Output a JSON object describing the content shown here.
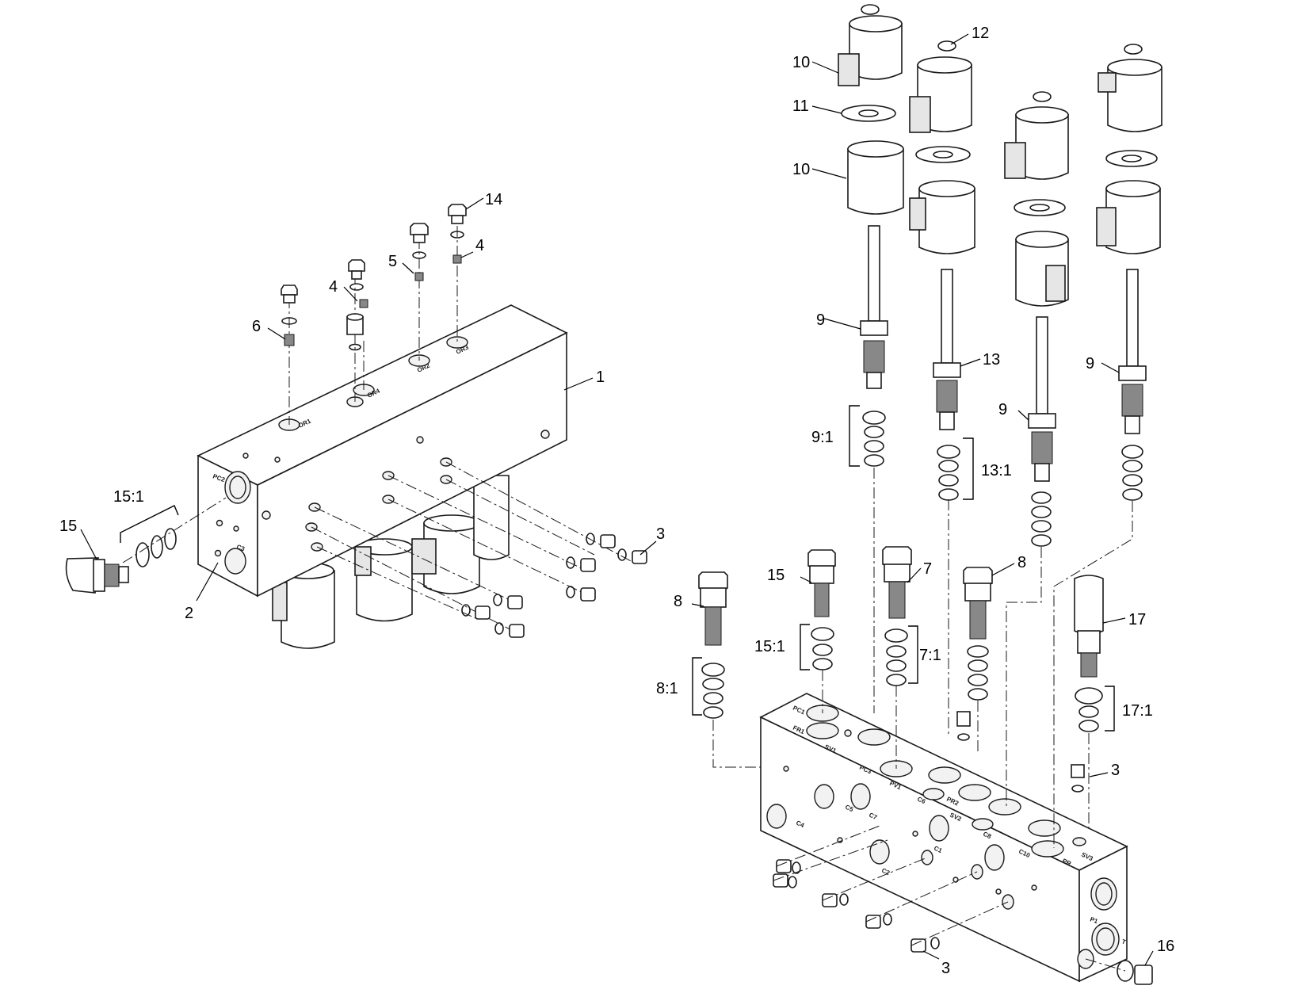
{
  "callouts": {
    "c1": "1",
    "c2": "2",
    "c3a": "3",
    "c3b": "3",
    "c3c": "3",
    "c4a": "4",
    "c4b": "4",
    "c5": "5",
    "c6": "6",
    "c7": "7",
    "c8a": "8",
    "c8b": "8",
    "c9a": "9",
    "c9b": "9",
    "c9c": "9",
    "c10a": "10",
    "c10b": "10",
    "c11": "11",
    "c12": "12",
    "c13": "13",
    "c14": "14",
    "c15a": "15",
    "c15b": "15",
    "c16": "16",
    "c17": "17",
    "k15_1a": "15:1",
    "k15_1b": "15:1",
    "k9_1": "9:1",
    "k13_1": "13:1",
    "k8_1": "8:1",
    "k7_1": "7:1",
    "k17_1": "17:1"
  },
  "ports": {
    "m1_or1": "OR1",
    "m1_or4": "OR4",
    "m1_or2": "OR2",
    "m1_or3": "OR3",
    "m1_pc2": "PC2",
    "m1_c3": "C3",
    "m2_pc1": "PC1",
    "m2_fr1": "FR1",
    "m2_sv1": "SV1",
    "m2_pc3": "PC3",
    "m2_pv1": "PV1",
    "m2_c6": "C6",
    "m2_pr2": "PR2",
    "m2_sv2": "SV2",
    "m2_c8": "C8",
    "m2_c10": "C10",
    "m2_pr": "PR",
    "m2_sv3": "SV3",
    "m2_c4": "C4",
    "m2_c5": "C5",
    "m2_c7": "C7",
    "m2_c2": "C2",
    "m2_c1": "C1",
    "m2_p1": "P1",
    "m2_t": "T"
  }
}
